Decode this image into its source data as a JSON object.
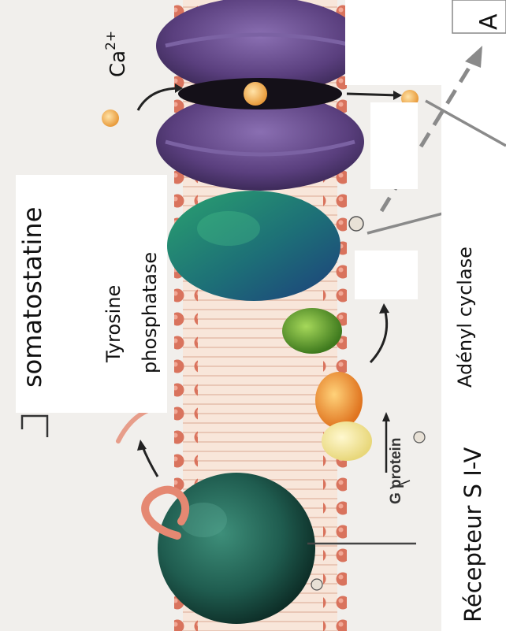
{
  "labels": {
    "somatostatine": "somatostatine",
    "tyrosine": "Tyrosine",
    "phosphatase": "phosphatase",
    "ca_base": "Ca",
    "ca_sup": "2+",
    "adenyl_cyclase": "Adényl cyclase",
    "recepteur": "Récepteur S I-V",
    "g_protein": "G protein",
    "top_right_partial": "A"
  },
  "colors": {
    "membrane_bead": "#d9735d",
    "membrane_stripe": "#f4d8c8",
    "channel_purple": "#5a3f7e",
    "channel_core": "#141018",
    "calcium_ion": "#f2b35a",
    "phosphatase_green": "#1d8a63",
    "phosphatase_blue": "#1d3f7c",
    "receptor_green": "#1f5c4f",
    "gprotein_green": "#6aa531",
    "gprotein_orange": "#f0a43a",
    "gprotein_yellow": "#f1e49a",
    "leader_line": "#8a8a8a"
  }
}
